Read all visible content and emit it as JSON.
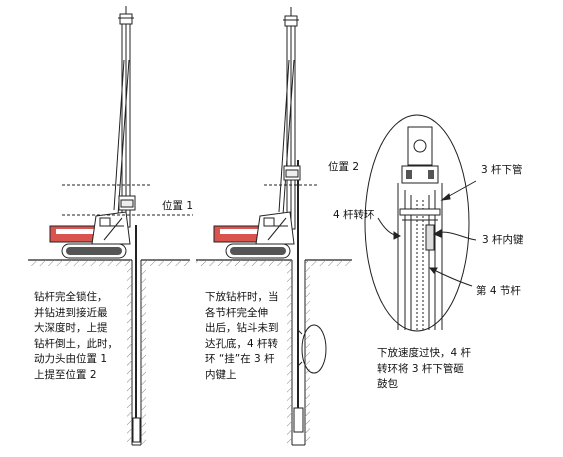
{
  "labels": {
    "position_1": "位置 1",
    "position_2": "位置 2",
    "rod3_lower_pipe": "3 杆下管",
    "rod4_ring": "4 杆转环",
    "rod3_inner_key": "3 杆内键",
    "rod4_section": "第 4 节杆"
  },
  "captions": {
    "step_1": "钻杆完全锁住，\n并钻进到接近最\n大深度时，上提\n钻杆倒土，此时，\n动力头由位置 1\n上提至位置 2",
    "step_2": "下放钻杆时，当\n各节杆完全伸\n出后，钻斗未到\n达孔底，4 杆转\n环 “挂”在 3 杆\n内键上",
    "step_3": "下放速度过快，4 杆\n转环将 3 杆下管砸\n鼓包"
  },
  "colors": {
    "line": "#222222",
    "machine_red": "#d9534f",
    "ground_hatch": "#888888"
  }
}
